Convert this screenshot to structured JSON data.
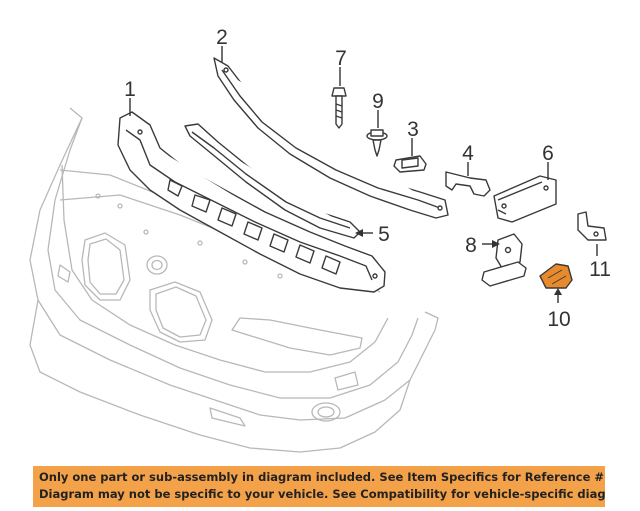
{
  "diagram": {
    "callouts": [
      {
        "id": "1",
        "label": "1"
      },
      {
        "id": "2",
        "label": "2"
      },
      {
        "id": "3",
        "label": "3"
      },
      {
        "id": "4",
        "label": "4"
      },
      {
        "id": "5",
        "label": "5"
      },
      {
        "id": "6",
        "label": "6"
      },
      {
        "id": "7",
        "label": "7"
      },
      {
        "id": "8",
        "label": "8"
      },
      {
        "id": "9",
        "label": "9"
      },
      {
        "id": "10",
        "label": "10"
      },
      {
        "id": "11",
        "label": "11"
      }
    ],
    "highlighted_part": "10",
    "highlight_color": "#e8892c"
  },
  "banner": {
    "line1": "Only one part or sub-assembly in diagram included. See Item Specifics for Reference #.",
    "line2": "Diagram may not be specific to your vehicle. See Compatibility for vehicle-specific diagrams.",
    "background": "#f4a24a"
  }
}
